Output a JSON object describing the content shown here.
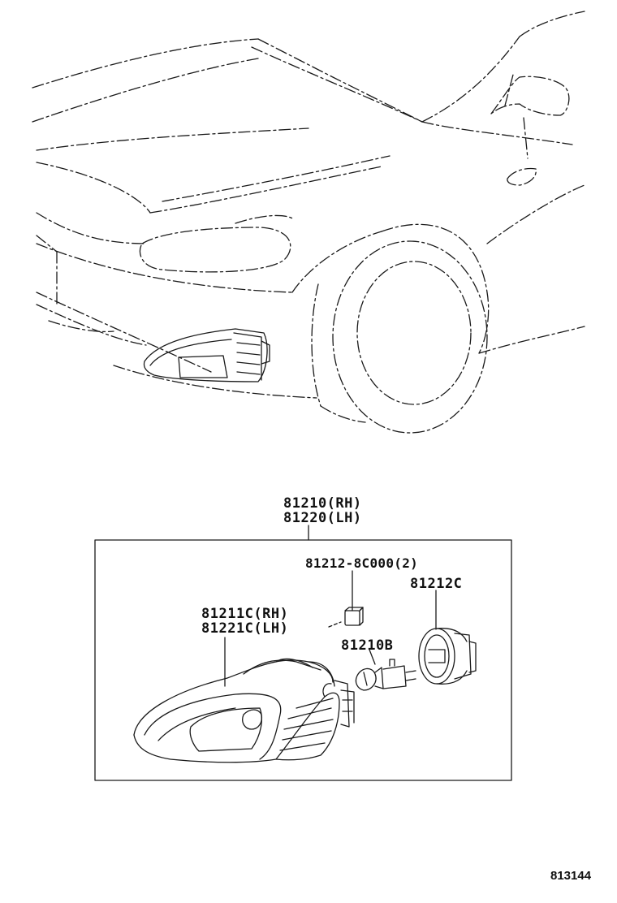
{
  "diagram": {
    "callouts": {
      "assembly_rh": "81210(RH)",
      "assembly_lh": "81220(LH)",
      "lens_rh": "81211C(RH)",
      "lens_lh": "81221C(LH)",
      "grommet": "81212-8C000(2)",
      "socket": "81212C",
      "bulb": "81210B"
    },
    "illustration_code": "813144"
  },
  "colors": {
    "line": "#1a1a1a",
    "background": "#ffffff"
  }
}
